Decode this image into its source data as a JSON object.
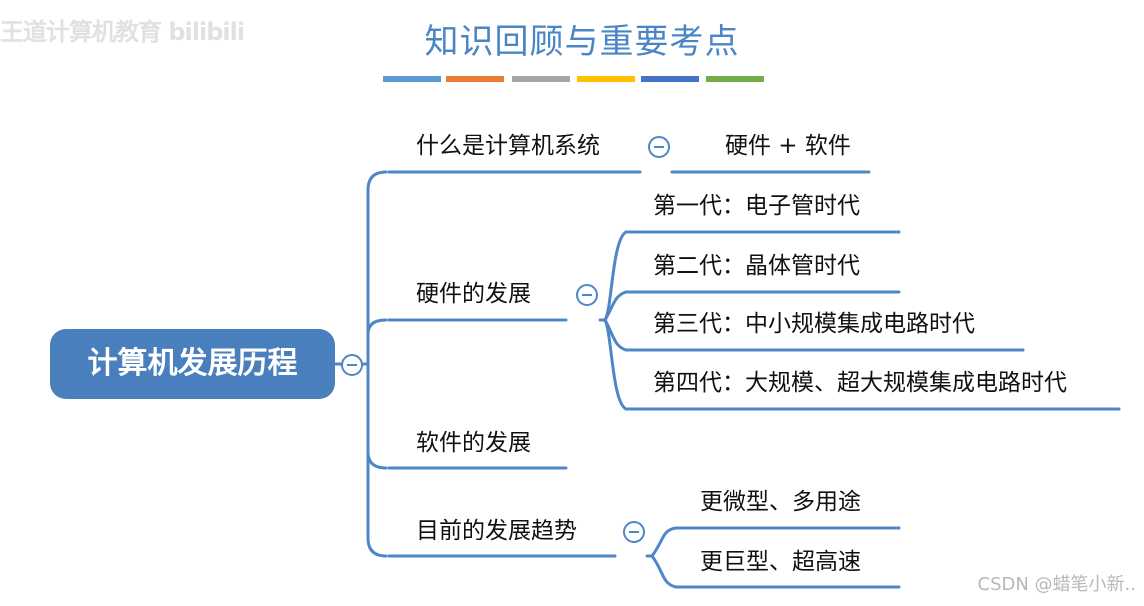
{
  "header": {
    "title": "知识回顾与重要考点",
    "color_bars": [
      "#5b9bd5",
      "#ed7d31",
      "#a5a5a5",
      "#ffc000",
      "#4472c4",
      "#70ad47"
    ]
  },
  "watermarks": {
    "top_left": "王道计算机教育 bilibili",
    "bottom_right": "CSDN @蜡笔小新.."
  },
  "mindmap": {
    "root": "计算机发展历程",
    "branches": [
      {
        "label": "什么是计算机系统",
        "children": [
          "硬件 + 软件"
        ]
      },
      {
        "label": "硬件的发展",
        "children": [
          "第一代：电子管时代",
          "第二代：晶体管时代",
          "第三代：中小规模集成电路时代",
          "第四代：大规模、超大规模集成电路时代"
        ]
      },
      {
        "label": "软件的发展",
        "children": []
      },
      {
        "label": "目前的发展趋势",
        "children": [
          "更微型、多用途",
          "更巨型、超高速"
        ]
      }
    ]
  },
  "colors": {
    "line": "#4f86c6",
    "root_fill": "#4a7fbe",
    "title": "#4a86c5"
  }
}
